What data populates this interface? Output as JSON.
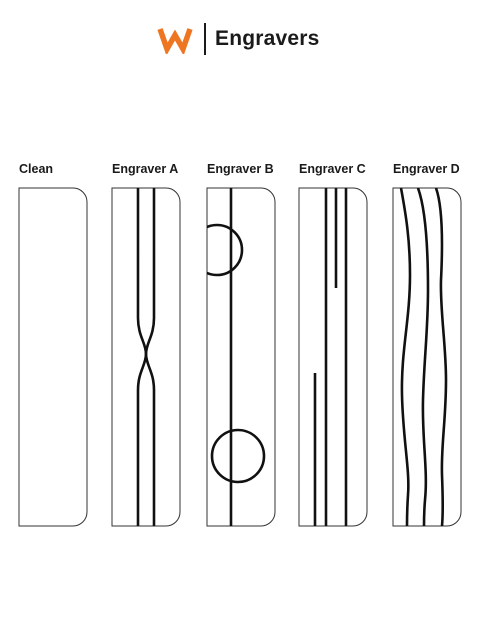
{
  "header": {
    "title": "Engravers",
    "logo_icon": "w-logo-icon",
    "logo_color": "#ee7623"
  },
  "panels": [
    {
      "label": "Clean"
    },
    {
      "label": "Engraver A"
    },
    {
      "label": "Engraver B"
    },
    {
      "label": "Engraver C"
    },
    {
      "label": "Engraver D"
    }
  ]
}
